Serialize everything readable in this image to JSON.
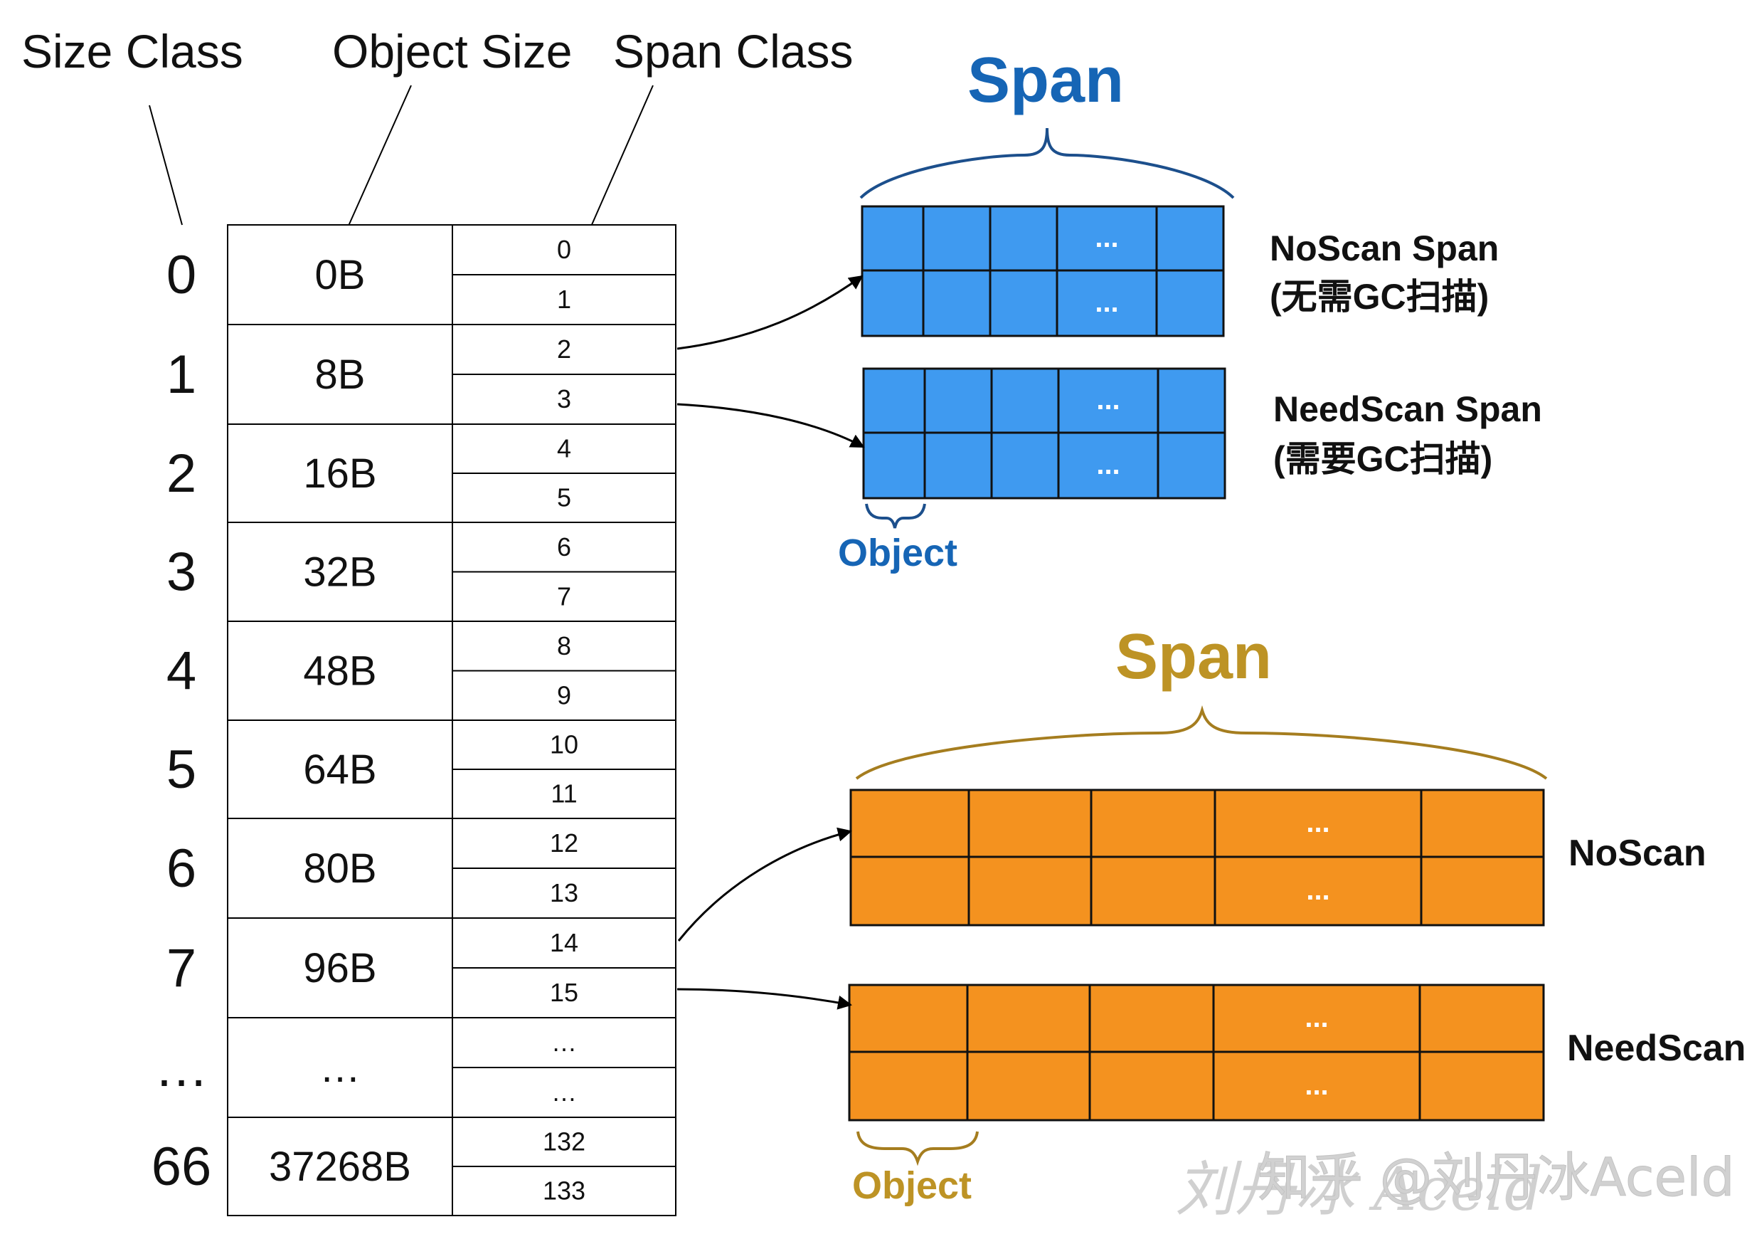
{
  "headers": {
    "size_class": "Size Class",
    "object_size": "Object Size",
    "span_class": "Span Class"
  },
  "rows": [
    {
      "size_class": "0",
      "object_size": "0B",
      "span_classes": [
        "0",
        "1"
      ]
    },
    {
      "size_class": "1",
      "object_size": "8B",
      "span_classes": [
        "2",
        "3"
      ]
    },
    {
      "size_class": "2",
      "object_size": "16B",
      "span_classes": [
        "4",
        "5"
      ]
    },
    {
      "size_class": "3",
      "object_size": "32B",
      "span_classes": [
        "6",
        "7"
      ]
    },
    {
      "size_class": "4",
      "object_size": "48B",
      "span_classes": [
        "8",
        "9"
      ]
    },
    {
      "size_class": "5",
      "object_size": "64B",
      "span_classes": [
        "10",
        "11"
      ]
    },
    {
      "size_class": "6",
      "object_size": "80B",
      "span_classes": [
        "12",
        "13"
      ]
    },
    {
      "size_class": "7",
      "object_size": "96B",
      "span_classes": [
        "14",
        "15"
      ]
    },
    {
      "size_class": "…",
      "object_size": "…",
      "span_classes": [
        "…",
        "…"
      ]
    },
    {
      "size_class": "66",
      "object_size": "37268B",
      "span_classes": [
        "132",
        "133"
      ]
    }
  ],
  "blue_span": {
    "title": "Span",
    "color": "#1665b5",
    "cell_color": "#3f9af0",
    "ellipsis": "...",
    "noscan_label": "NoScan Span",
    "noscan_sub": "(无需GC扫描)",
    "needscan_label": "NeedScan Span",
    "needscan_sub": "(需要GC扫描)",
    "object_label": "Object"
  },
  "orange_span": {
    "title": "Span",
    "color": "#bd9325",
    "brace_color": "#a57d1f",
    "cell_color": "#f4921f",
    "ellipsis": "...",
    "noscan_label": "NoScan",
    "needscan_label": "NeedScan",
    "object_label": "Object"
  },
  "watermark": {
    "text": "知乎 @刘丹冰Aceld",
    "signature": "刘丹冰 Aceld"
  }
}
